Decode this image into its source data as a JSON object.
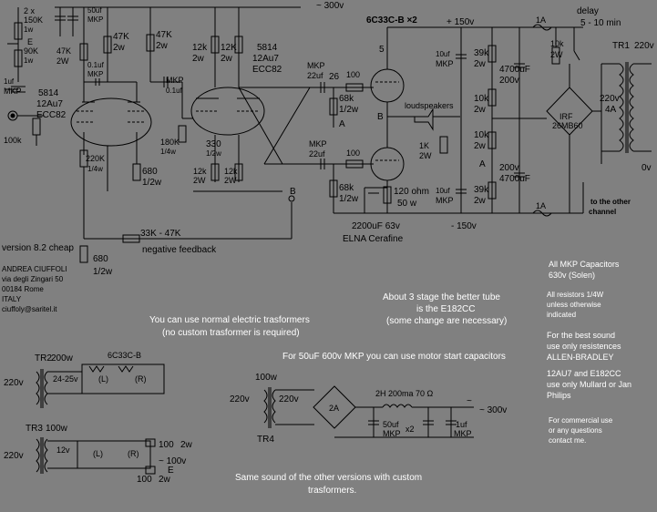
{
  "header": {
    "tube_type": "6C33C-B ×2",
    "b_plus": "+ 150v",
    "b_minus": "- 150v",
    "hv_rail": "~ 300v",
    "delay": "delay",
    "delay_time": "5 - 10 min"
  },
  "labels": {
    "c_2x": "2 x",
    "r_150k": "150K",
    "w_1w_a": "1w",
    "e_label": "E",
    "r_90k": "90K",
    "w_1w_b": "1w",
    "c_1uf": "1uf",
    "mkp_1uf": "MKP",
    "c_50uf": "50uf",
    "mkp_50uf": "MKP",
    "tube1": "5814",
    "tube1_alt": "12Au7",
    "tube1_ecc": "ECC82",
    "r_47k_2w_a": "47K",
    "w_2w_a": "2W",
    "c_01uf_a": "0.1uf",
    "mkp_01uf_a": "MKP",
    "r_47k_b": "47K",
    "w_2w_b": "2w",
    "r_47k_c": "47K",
    "w_2w_c": "2w",
    "r_100k": "100k",
    "r_220k": "220K",
    "w_14w_a": "1/4w",
    "r_680_a": "680",
    "w_12w_a": "1/2w",
    "mkp_mid": "MKP",
    "c_01uf_b": "0.1uf",
    "r_180k": "180K",
    "w_14w_b": "1/4w",
    "r_12k_a": "12k",
    "w_2w_d": "2w",
    "r_12k_b": "12K",
    "w_2w_e": "2w",
    "tube2": "5814",
    "tube2_alt": "12Au7",
    "tube2_ecc": "ECC82",
    "r_330": "330",
    "w_12w_b": "1/2w",
    "r_12k_c": "12k",
    "w_2w_f": "2W",
    "r_12k_d": "12k",
    "w_2w_g": "2W",
    "mkp_22_a": "MKP",
    "c_22uf_a": "22uf",
    "n_26": "26",
    "r_100_a": "100",
    "r_68k_a": "68k",
    "w_12w_c": "1/2w",
    "a_node_a": "A",
    "b_node_a": "B",
    "loudspeakers": "loudspeakers",
    "r_1k": "1K",
    "w_2w_h": "2W",
    "mkp_22_b": "MKP",
    "c_22uf_b": "22uf",
    "r_100_b": "100",
    "r_68k_b": "68k",
    "w_12w_d": "1/2w",
    "pin5": "5",
    "r_120": "120 ohm",
    "w_50w": "50 w",
    "c_2200": "2200uF 63v",
    "elna": "ELNA Cerafine",
    "c_10uf_a": "10uf",
    "mkp_10_a": "MKP",
    "r_39k_a": "39k",
    "w_2w_i": "2w",
    "r_10k_a": "10k",
    "w_2w_j": "2w",
    "r_10k_b": "10k",
    "w_2w_k": "2w",
    "r_39k_b": "39k",
    "w_2w_l": "2w",
    "c_10uf_b": "10uf",
    "mkp_10_b": "MKP",
    "a_node_b": "A",
    "c_4700_a": "4700uF",
    "v_200_a": "200v",
    "v_200_b": "200v",
    "c_4700_b": "4700uF",
    "fuse_a": "1A",
    "fuse_b": "1A",
    "r_10k_2w": "10k",
    "w_2w_m": "2W",
    "bridge": "IRF",
    "bridge_part": "26MB60",
    "tr1": "TR1",
    "tr1_prim": "220v",
    "tr1_sec": "220v",
    "tr1_amp": "4A",
    "zero_v": "0v",
    "other_ch_a": "to the other",
    "other_ch_b": "channel",
    "b_node_b": "B",
    "r_33k": "33K - 47K",
    "neg_fb": "negative feedback",
    "r_680_b": "680",
    "w_12w_e": "1/2w",
    "version": "version 8.2 cheap",
    "author": "ANDREA CIUFFOLI",
    "addr1": "via degli Zingari 50",
    "addr2": "00184 Rome",
    "country": "ITALY",
    "email": "ciuffoly@saritel.it",
    "note_stage1": "About 3 stage the better tube",
    "note_stage2": "is the E182CC",
    "note_stage3": "(some change are necessary)",
    "note_trafo1": "You can use normal electric trasformers",
    "note_trafo2": "(no custom trasformer is required)",
    "note_mkp": "For 50uF 600v MKP you can use motor start capacitors",
    "note_all_mkp1": "All MKP Capacitors",
    "note_all_mkp2": "630v (Solen)",
    "note_res1": "All resistors 1/4W",
    "note_res2": "unless otherwise",
    "note_res3": "indicated",
    "note_best1": "For the best sound",
    "note_best2": "use only resistences",
    "note_best3": "ALLEN-BRADLEY",
    "note_tube1": "12AU7 and E182CC",
    "note_tube2": "use only Mullard or Jan",
    "note_tube3": "Philips",
    "note_comm1": "For commercial use",
    "note_comm2": "or any questions",
    "note_comm3": "contact me.",
    "note_same1": "Same sound of the other versions with custom",
    "note_same2": "trasformers.",
    "tr2": "TR2",
    "tr2_w": "200w",
    "tr2_part": "6C33C-B",
    "tr2_prim": "220v",
    "tr2_sec": "24-25v",
    "heater_l": "(L)",
    "heater_r": "(R)",
    "tr3": "TR3",
    "tr3_w": "100w",
    "tr3_prim": "220v",
    "tr3_sec": "12v",
    "heater_l2": "(L)",
    "heater_r2": "(R)",
    "r_100_2w_a": "100",
    "w_2w_n": "2w",
    "v_100": "~ 100v",
    "e_label2": "E",
    "r_100_2w_b": "100",
    "w_2w_o": "2w",
    "tr4": "TR4",
    "tr4_w": "100w",
    "tr4_prim": "220v",
    "tr4_sec": "220v",
    "diode_2a": "2A",
    "choke": "2H 200ma 70 Ω",
    "c_50uf_x2": "50uf",
    "mkp_50_x2": "MKP",
    "x2": "x2",
    "c_1uf_b": "1uf",
    "mkp_1uf_b": "MKP",
    "v_300_b": "~ 300v",
    "tilde": "~"
  }
}
